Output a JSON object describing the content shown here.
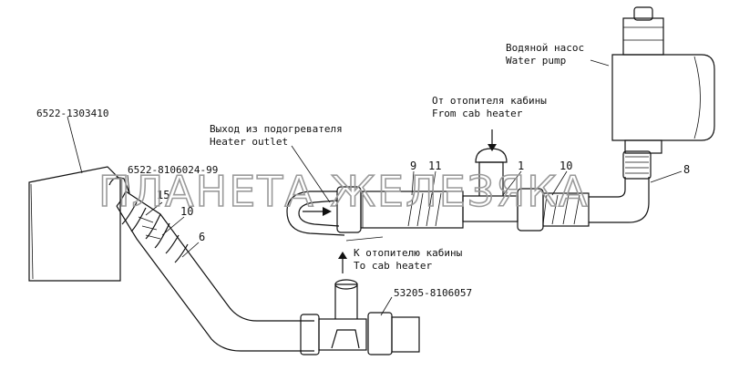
{
  "watermark": "ПЛАНЕТА ЖЕЛЕЗЯКА",
  "labels": {
    "water_pump_ru": "Водяной насос",
    "water_pump_en": "Water pump",
    "from_cab_heater_ru": "От отопителя кабины",
    "from_cab_heater_en": "From cab heater",
    "heater_outlet_ru": "Выход из подогревателя",
    "heater_outlet_en": "Heater outlet",
    "to_cab_heater_ru": "К отопителю кабины",
    "to_cab_heater_en": "To cab heater",
    "part_6522_1303410": "6522-1303410",
    "part_6522_8106024_99": "6522-8106024-99",
    "part_53205_8106057": "53205-8106057"
  },
  "callouts": {
    "n15": "15",
    "n10_left": "10",
    "n6": "6",
    "n9": "9",
    "n11": "11",
    "n1": "1",
    "n10_right": "10",
    "n8": "8"
  }
}
